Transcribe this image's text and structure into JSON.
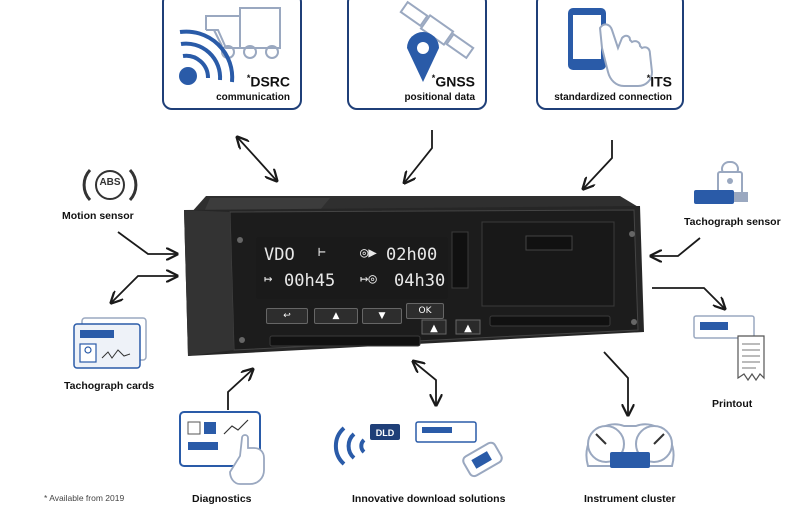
{
  "top_boxes": {
    "dsrc": {
      "title": "DSRC",
      "subtitle": "communication",
      "marker": "*"
    },
    "gnss": {
      "title": "GNSS",
      "subtitle": "positional data",
      "marker": "*"
    },
    "its": {
      "title": "ITS",
      "subtitle": "standardized connection",
      "marker": "*"
    }
  },
  "left_labels": {
    "abs_badge": "ABS",
    "motion_sensor": "Motion sensor",
    "tachograph_cards": "Tachograph cards"
  },
  "right_labels": {
    "tachograph_sensor": "Tachograph sensor",
    "printout": "Printout"
  },
  "bottom_labels": {
    "diagnostics": "Diagnostics",
    "download": "Innovative download solutions",
    "instrument_cluster": "Instrument cluster",
    "dld_badge": "DLD"
  },
  "footnote": "* Available from 2019",
  "device": {
    "line1_left": "VDO",
    "line1_right": "02h00",
    "line2_left": "00h45",
    "line2_right": "04h30",
    "ok_button": "OK"
  },
  "colors": {
    "brand_blue": "#1f3f78",
    "accent_blue": "#2a5ba8"
  }
}
